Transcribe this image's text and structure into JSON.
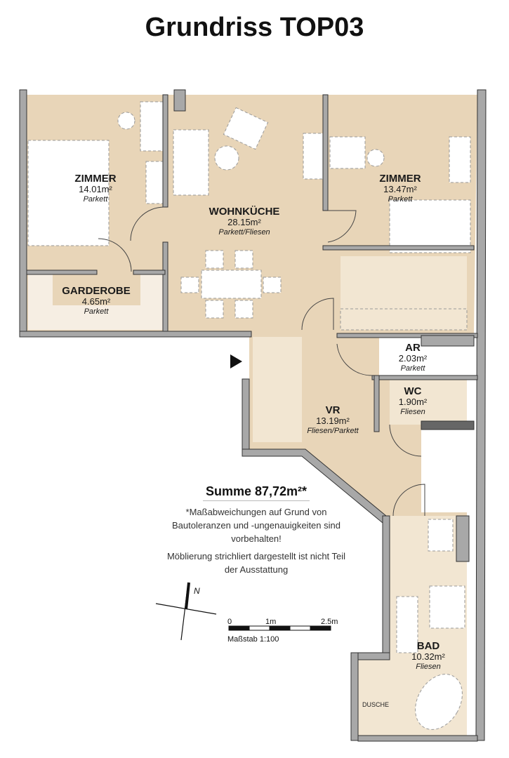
{
  "title": "Grundriss TOP03",
  "colors": {
    "floor": "#e8d5b8",
    "tiles": "#f2e6d2",
    "wall": "#a8a8a8"
  },
  "rooms": [
    {
      "name": "ZIMMER",
      "area": "14.01m²",
      "floor": "Parkett"
    },
    {
      "name": "WOHNKÜCHE",
      "area": "28.15m²",
      "floor": "Parkett/Fliesen"
    },
    {
      "name": "ZIMMER",
      "area": "13.47m²",
      "floor": "Parkett"
    },
    {
      "name": "GARDEROBE",
      "area": "4.65m²",
      "floor": "Parkett"
    },
    {
      "name": "AR",
      "area": "2.03m²",
      "floor": "Parkett"
    },
    {
      "name": "WC",
      "area": "1.90m²",
      "floor": "Fliesen"
    },
    {
      "name": "VR",
      "area": "13.19m²",
      "floor": "Fliesen/Parkett"
    },
    {
      "name": "BAD",
      "area": "10.32m²",
      "floor": "Fliesen"
    }
  ],
  "dusche_label": "DUSCHE",
  "summary": {
    "total": "Summe 87,72m²*",
    "note1": "*Maßabweichungen auf Grund von Bautoleranzen und -ungenauigkeiten sind vorbehalten!",
    "note2": "Möblierung strichliert dargestellt ist nicht Teil der Ausstattung"
  },
  "compass": {
    "north_label": "N"
  },
  "scale": {
    "labels": [
      "0",
      "1m",
      "2.5m"
    ],
    "caption": "Maßstab 1:100"
  }
}
